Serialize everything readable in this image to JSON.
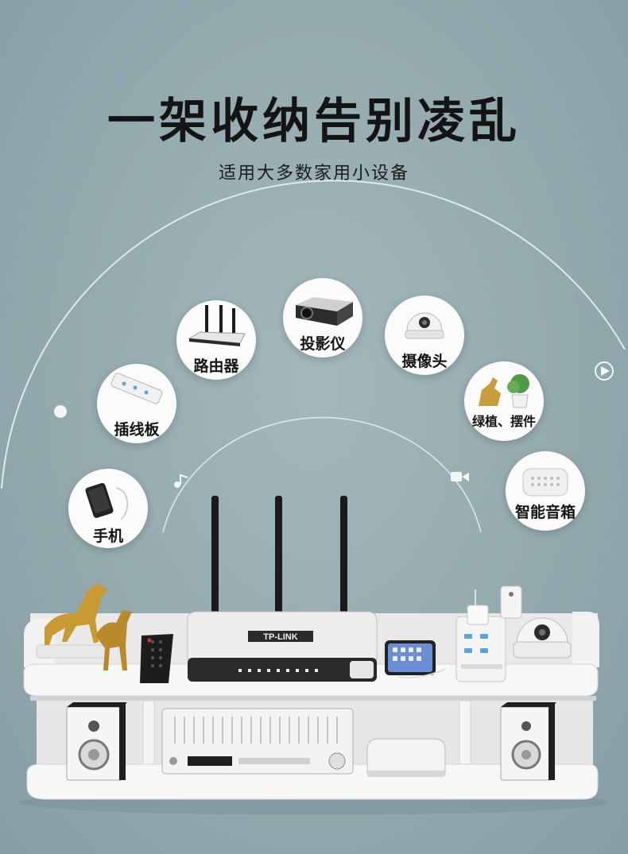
{
  "headline": "一架收纳告别凌乱",
  "subheadline": "适用大多数家用小设备",
  "devices": [
    {
      "label": "手机",
      "icon": "phone-icon"
    },
    {
      "label": "插线板",
      "icon": "power-strip-icon"
    },
    {
      "label": "路由器",
      "icon": "router-icon"
    },
    {
      "label": "投影仪",
      "icon": "projector-icon"
    },
    {
      "label": "摄像头",
      "icon": "camera-icon"
    },
    {
      "label": "绿植、摆件",
      "icon": "plant-ornament-icon"
    },
    {
      "label": "智能音箱",
      "icon": "smart-speaker-icon"
    }
  ],
  "router_brand": "TP-LINK",
  "colors": {
    "background": "#93aaaf",
    "shelf": "#f4f4f4",
    "text": "#141414"
  }
}
